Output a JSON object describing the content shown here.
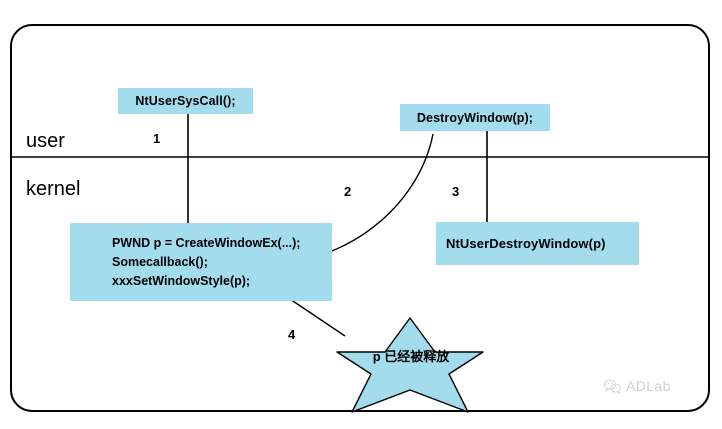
{
  "diagram": {
    "frame": {
      "name": "windows-window-object-uaf-diagram"
    },
    "zones": [
      {
        "id": "user",
        "label": "user"
      },
      {
        "id": "kernel",
        "label": "kernel"
      }
    ],
    "boxes": [
      {
        "id": "syscall",
        "label": "NtUserSysCall();"
      },
      {
        "id": "destroy",
        "label": "DestroyWindow(p);"
      },
      {
        "id": "ntdestroy",
        "label": "NtUserDestroyWindow(p)"
      }
    ],
    "code_block": {
      "lines": [
        "PWND p = CreateWindowEx(...);",
        "Somecallback();",
        "xxxSetWindowStyle(p);"
      ]
    },
    "steps": [
      {
        "id": "1",
        "label": "1"
      },
      {
        "id": "2",
        "label": "2"
      },
      {
        "id": "3",
        "label": "3"
      },
      {
        "id": "4",
        "label": "4"
      }
    ],
    "annotation_star": {
      "label": "p 已经被释放",
      "fill": "#a2dced",
      "stroke": "#000000"
    },
    "colors": {
      "box_fill": "#a2dced",
      "line": "#000000",
      "background": "#ffffff",
      "watermark": "#cfcfcf"
    }
  },
  "watermark": {
    "icon": "wechat-icon",
    "text": "ADLab"
  }
}
